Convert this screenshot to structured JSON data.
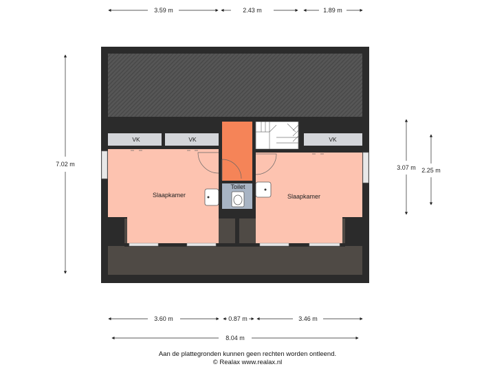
{
  "dimensions": {
    "top": [
      "3.59 m",
      "2.43 m",
      "1.89 m"
    ],
    "bottom": [
      "3.60 m",
      "0.87 m",
      "3.46 m"
    ],
    "total": "8.04 m",
    "left": "7.02 m",
    "right_outer": "3.07 m",
    "right_inner": "2.25 m"
  },
  "rooms": {
    "bedroom_left": "Slaapkamer",
    "bedroom_right": "Slaapkamer",
    "toilet": "Toilet",
    "vk_1": "VK",
    "vk_2": "VK",
    "vk_3": "VK"
  },
  "footer": {
    "disclaimer": "Aan de plattegronden kunnen geen rechten worden ontleend.",
    "copyright": "© Realax www.realax.nl"
  },
  "colors": {
    "wall": "#2b2b2b",
    "bedroom_floor": "#fdc3b0",
    "landing_floor": "#f58458",
    "toilet_floor": "#a8b4c4",
    "roof": "#555555",
    "storage": "#d4d6da",
    "eaves_floor": "#4f4a45"
  }
}
